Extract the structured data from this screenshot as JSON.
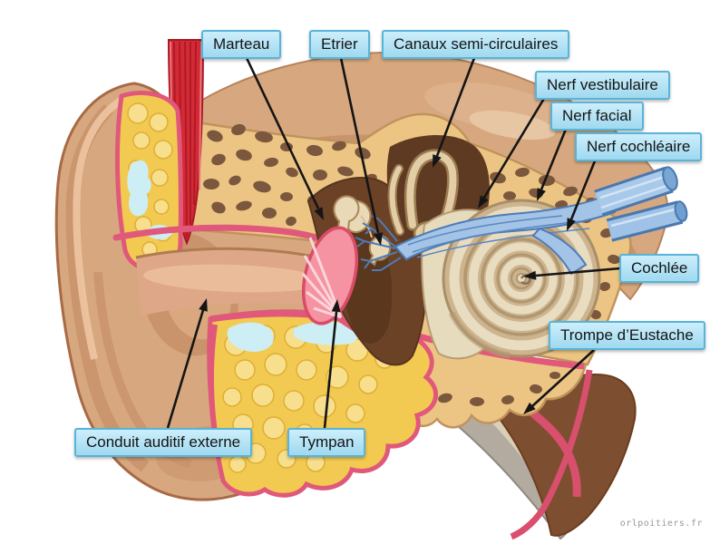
{
  "labels": {
    "marteau": "Marteau",
    "etrier": "Etrier",
    "canaux": "Canaux semi-circulaires",
    "nerf_vestibulaire": "Nerf vestibulaire",
    "nerf_facial": "Nerf facial",
    "nerf_cochleaire": "Nerf cochléaire",
    "cochlee": "Cochlée",
    "trompe": "Trompe d’Eustache",
    "conduit": "Conduit auditif externe",
    "tympan": "Tympan"
  },
  "watermark": {
    "text": "orlpoitiers.fr"
  },
  "colors": {
    "label_bg_top": "#cdeefb",
    "label_bg_bottom": "#9fd9f0",
    "label_border": "#58b4d8",
    "skin": "#d7a87f",
    "skin_shadow": "#c6916b",
    "bone": "#ecc584",
    "bone_spot": "#7b573d",
    "fat": "#f2ca52",
    "muscle_red": "#d42a35",
    "pink_lining": "#e0587a",
    "tympan_pink": "#f593a2",
    "cavity_brown": "#6b4226",
    "ossicle_beige": "#e9d9b6",
    "cochlea_tan": "#cdb48e",
    "nerve_blue": "#a3c4e6",
    "eustache_gray": "#b3aba0",
    "deep_brown": "#7d4f30"
  }
}
